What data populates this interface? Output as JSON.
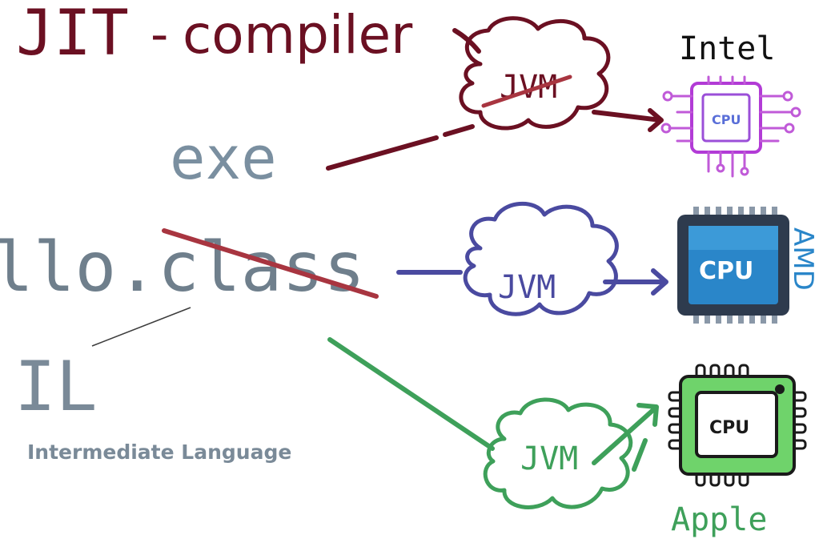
{
  "title": {
    "jit": "JIT",
    "dash": "-",
    "compiler": "compiler"
  },
  "source": {
    "exe": "exe",
    "class_file": "llo.class",
    "il": "IL",
    "il_full": "Intermediate Language"
  },
  "jvm_label": "JVM",
  "cpu_label": "CPU",
  "targets": [
    {
      "name": "Intel",
      "color": "#b23bd6"
    },
    {
      "name": "AMD",
      "color": "#2a86c9"
    },
    {
      "name": "Apple",
      "color": "#3ea05a"
    }
  ],
  "colors": {
    "jit_red": "#6b1022",
    "intel_path": "#6b1022",
    "amd_path": "#4a4aa0",
    "apple_path": "#3ea05a",
    "exe_text": "#7a8fa0",
    "class_text": "#6f7f8c",
    "il_text": "#7a8a98"
  }
}
